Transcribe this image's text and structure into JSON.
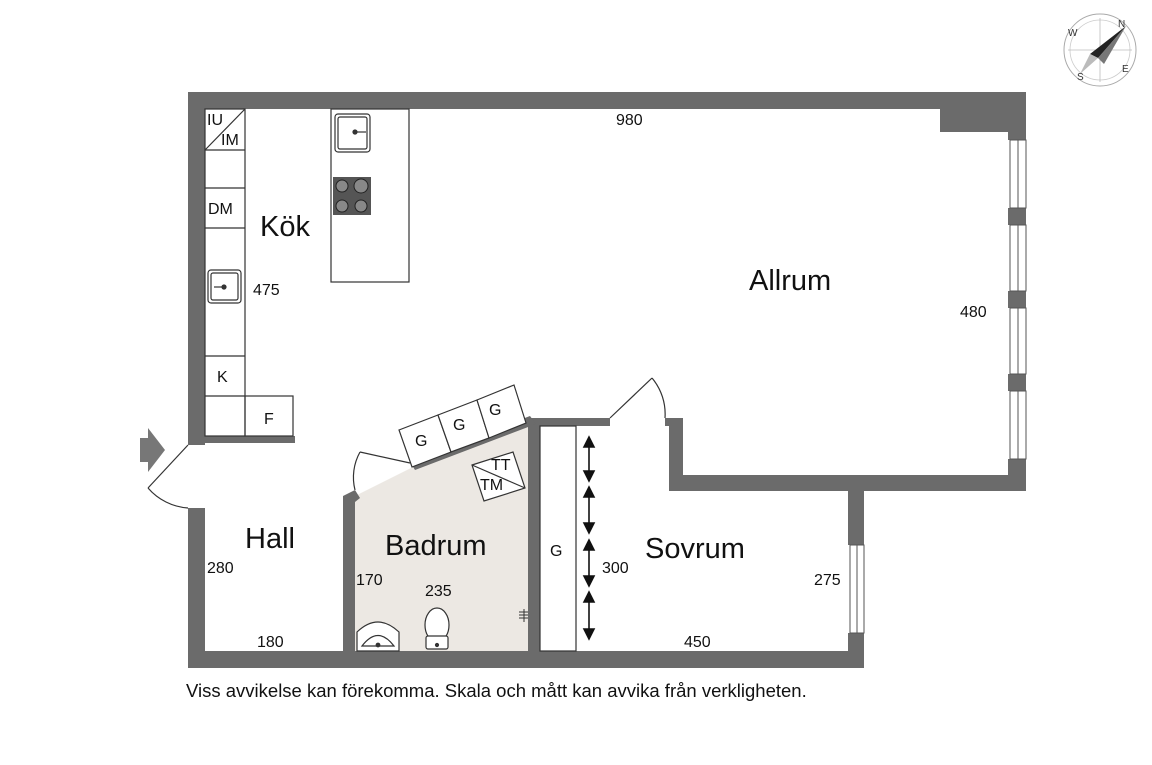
{
  "rooms": {
    "kok": "Kök",
    "allrum": "Allrum",
    "hall": "Hall",
    "badrum": "Badrum",
    "sovrum": "Sovrum"
  },
  "dimensions": {
    "allrum_width": "980",
    "allrum_height": "480",
    "kok_height": "475",
    "hall_height": "280",
    "hall_width": "180",
    "badrum_height": "170",
    "badrum_width": "235",
    "sovrum_closet_width": "300",
    "sovrum_height": "275",
    "sovrum_width": "450"
  },
  "fixtures": {
    "iu": "IU",
    "im": "IM",
    "dm": "DM",
    "k": "K",
    "f": "F",
    "g": "G",
    "tt": "TT",
    "tm": "TM"
  },
  "compass": {
    "n": "N",
    "w": "W",
    "s": "S",
    "e": "E"
  },
  "disclaimer": "Viss avvikelse kan förekomma. Skala och mått kan avvika från verkligheten.",
  "colors": {
    "wall": "#6b6b6b",
    "bathroom_floor": "#ece8e3",
    "line": "#333333"
  }
}
